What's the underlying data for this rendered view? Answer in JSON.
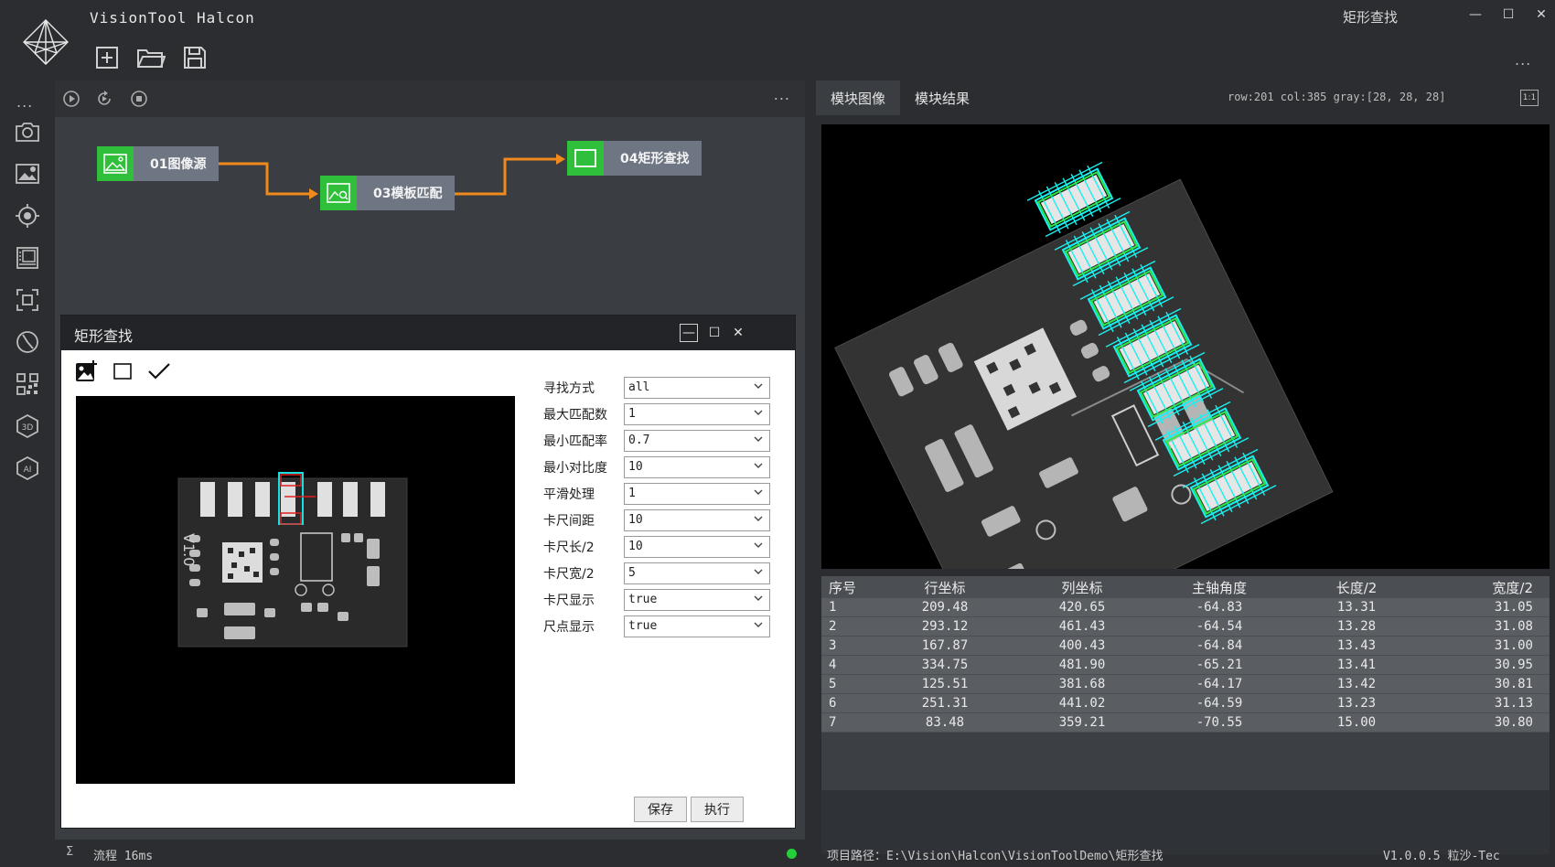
{
  "app": {
    "title": "VisionTool Halcon",
    "window_name": "矩形查找",
    "win_minimize": "—",
    "win_maximize": "☐",
    "win_close": "✕",
    "more": "..."
  },
  "toolbar": {
    "icons": [
      "new-file-icon",
      "open-folder-icon",
      "save-icon"
    ]
  },
  "sidebar": {
    "more": "...",
    "icons": [
      "camera-icon",
      "image-settings-icon",
      "target-icon",
      "image-list-icon",
      "focus-frame-icon",
      "measure-icon",
      "qrcode-icon",
      "3d-icon",
      "ai-icon"
    ]
  },
  "flow": {
    "more": "...",
    "nodes": [
      {
        "label": "01图像源"
      },
      {
        "label": "03模板匹配"
      },
      {
        "label": "04矩形查找"
      }
    ],
    "colors": {
      "node_icon": "#2fbf3a",
      "node_body": "#6e7684",
      "connector": "#f08a1c"
    }
  },
  "dialog": {
    "title": "矩形查找",
    "ctrl_min": "—",
    "ctrl_max": "☐",
    "ctrl_close": "✕",
    "params": [
      {
        "label": "寻找方式",
        "value": "all"
      },
      {
        "label": "最大匹配数",
        "value": "1"
      },
      {
        "label": "最小匹配率",
        "value": "0.7"
      },
      {
        "label": "最小对比度",
        "value": "10"
      },
      {
        "label": "平滑处理",
        "value": "1"
      },
      {
        "label": "卡尺间距",
        "value": "10"
      },
      {
        "label": "卡尺长/2",
        "value": "10"
      },
      {
        "label": "卡尺宽/2",
        "value": "5"
      },
      {
        "label": "卡尺显示",
        "value": "true"
      },
      {
        "label": "尺点显示",
        "value": "true"
      }
    ],
    "save_label": "保存",
    "run_label": "执行",
    "pcb_text": "V1.0"
  },
  "flow_status": {
    "sigma": "Σ",
    "text": "流程 16ms",
    "running_color": "#25d13a"
  },
  "right": {
    "tabs": [
      {
        "label": "模块图像"
      },
      {
        "label": "模块结果"
      }
    ],
    "pixel_info": "row:201 col:385 gray:[28, 28, 28]",
    "fit_label": "1:1",
    "table": {
      "headers": [
        "序号",
        "行坐标",
        "列坐标",
        "主轴角度",
        "长度/2",
        "宽度/2"
      ],
      "rows": [
        [
          "1",
          "209.48",
          "420.65",
          "-64.83",
          "13.31",
          "31.05"
        ],
        [
          "2",
          "293.12",
          "461.43",
          "-64.54",
          "13.28",
          "31.08"
        ],
        [
          "3",
          "167.87",
          "400.43",
          "-64.84",
          "13.43",
          "31.00"
        ],
        [
          "4",
          "334.75",
          "481.90",
          "-65.21",
          "13.41",
          "30.95"
        ],
        [
          "5",
          "125.51",
          "381.68",
          "-64.17",
          "13.42",
          "30.81"
        ],
        [
          "6",
          "251.31",
          "441.02",
          "-64.59",
          "13.23",
          "31.13"
        ],
        [
          "7",
          "83.48",
          "359.21",
          "-70.55",
          "15.00",
          "30.80"
        ]
      ]
    },
    "project_path": "项目路径：E:\\Vision\\Halcon\\VisionToolDemo\\矩形查找",
    "version": "V1.0.0.5 粒沙-Tec"
  }
}
